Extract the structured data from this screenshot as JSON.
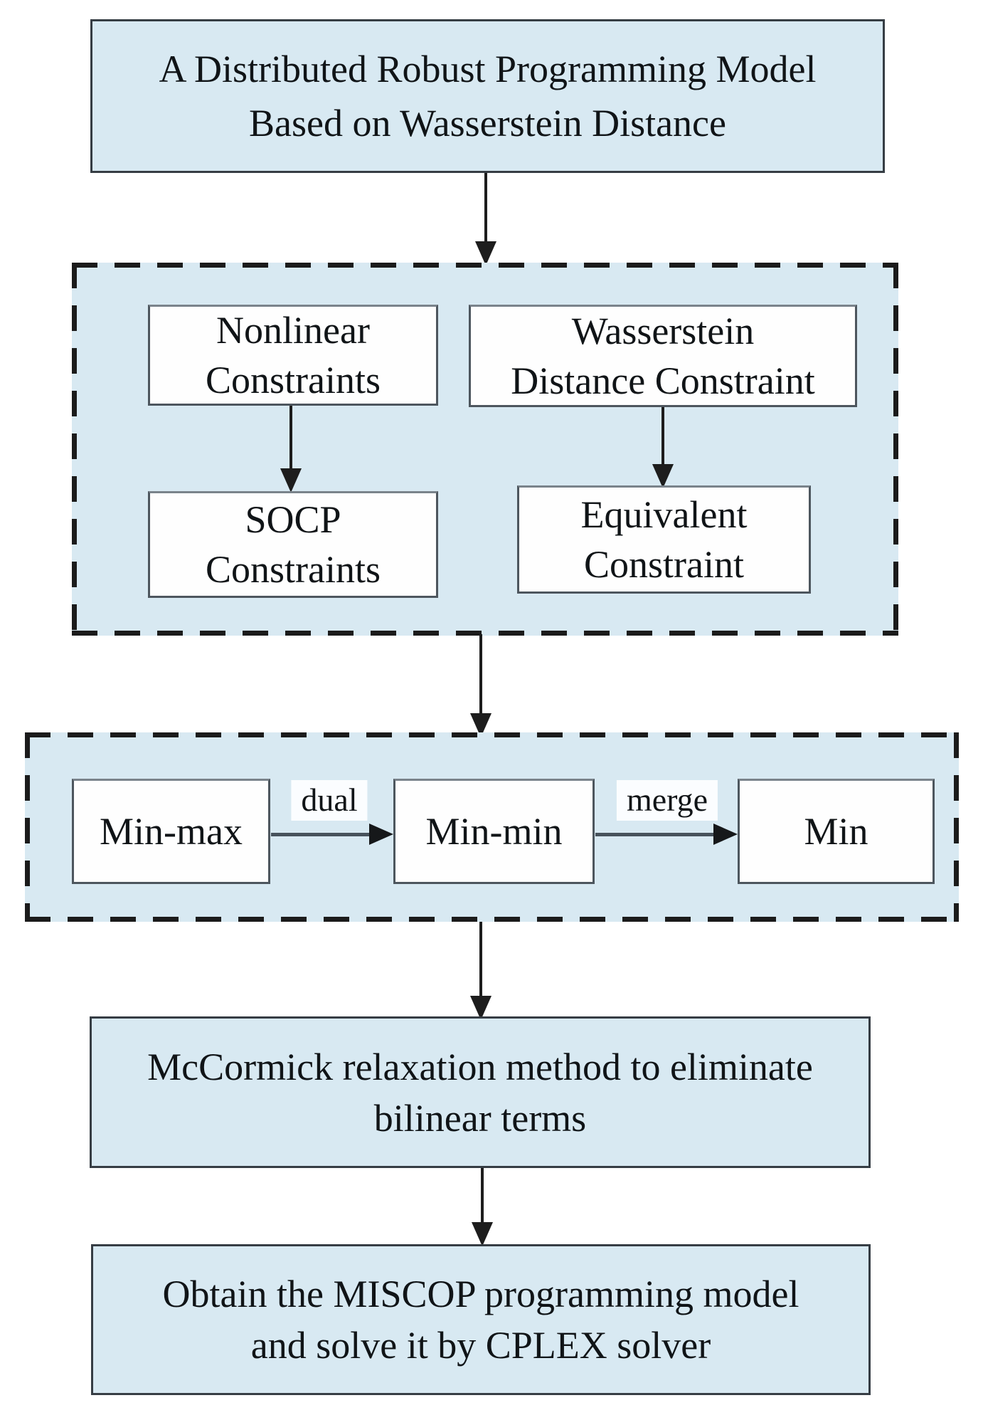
{
  "colors": {
    "box_fill_blue": "#d8e9f2",
    "white_box_fill": "#fefefe",
    "solid_box_border": "#363d44",
    "white_box_border": "#4d565e",
    "dashed_border": "#1b1b1b",
    "vertical_arrow": "#1d1d1d",
    "horizontal_arrow_shaft": "#47525c",
    "text_color": "#101417",
    "label_background": "#fbfdff"
  },
  "top_box": {
    "lines": [
      "A Distributed Robust Programming Model",
      "Based on Wasserstein Distance"
    ]
  },
  "constraints_group": {
    "nonlinear_box": {
      "lines": [
        "Nonlinear",
        "Constraints"
      ]
    },
    "wasserstein_box": {
      "lines": [
        "Wasserstein",
        "Distance Constraint"
      ]
    },
    "socp_box": {
      "lines": [
        "SOCP",
        "Constraints"
      ]
    },
    "equivalent_box": {
      "lines": [
        "Equivalent",
        "Constraint"
      ]
    }
  },
  "transform_group": {
    "minmax_box": {
      "label": "Min-max"
    },
    "minmin_box": {
      "label": "Min-min"
    },
    "min_box": {
      "label": "Min"
    },
    "dual_arrow_label": "dual",
    "merge_arrow_label": "merge"
  },
  "mccormick_box": {
    "lines": [
      "McCormick relaxation method to eliminate",
      "bilinear terms"
    ]
  },
  "final_box": {
    "lines": [
      "Obtain the MISCOP programming model",
      "and solve it by CPLEX solver"
    ]
  }
}
